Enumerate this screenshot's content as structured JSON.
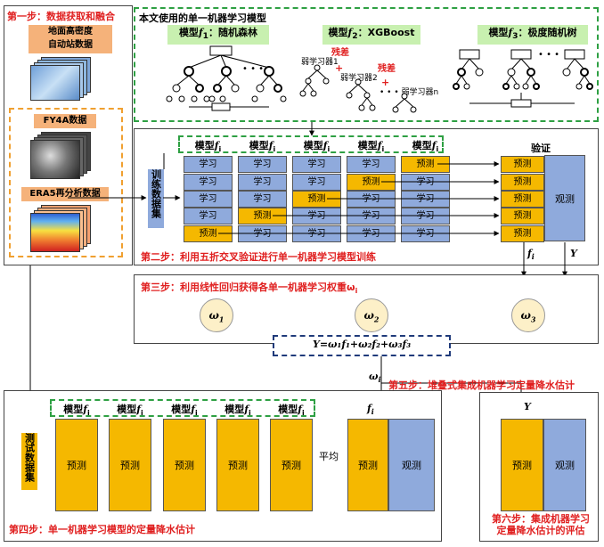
{
  "step1": {
    "title": "第一步：数据获取和融合",
    "station_label": "地面高密度\n自动站数据",
    "fy4a_label": "FY4A数据",
    "era5_label": "ERA5再分析数据"
  },
  "models_panel": {
    "title": "本文使用的单一机器学习模型",
    "rf": {
      "prefix": "模型",
      "sym": "f",
      "sub": "1",
      "suffix": "：随机森林"
    },
    "xgb": {
      "prefix": "模型",
      "sym": "f",
      "sub": "2",
      "suffix": "：XGBoost"
    },
    "et": {
      "prefix": "模型",
      "sym": "f",
      "sub": "3",
      "suffix": "：极度随机树"
    },
    "residual": "残差",
    "learner1": "弱学习器1",
    "learner2": "弱学习器2",
    "learnern": "弱学习器n",
    "plus": "+",
    "dots": "• • •"
  },
  "step2": {
    "title": "第二步：利用五折交叉验证进行单一机器学习模型训练",
    "train_label": "训练数据集",
    "model_headers": [
      {
        "prefix": "模型",
        "sym": "f",
        "sub": "i"
      },
      {
        "prefix": "模型",
        "sym": "f",
        "sub": "i"
      },
      {
        "prefix": "模型",
        "sym": "f",
        "sub": "i"
      },
      {
        "prefix": "模型",
        "sym": "f",
        "sub": "i"
      },
      {
        "prefix": "模型",
        "sym": "f",
        "sub": "i"
      }
    ],
    "study": "学习",
    "predict": "预测",
    "verify": "验证",
    "observe": "观测",
    "fi_label": "f",
    "fi_sub": "i",
    "y_label": "Y",
    "pred_rows": [
      4,
      3,
      2,
      1,
      0
    ]
  },
  "step3": {
    "title": "第三步：利用线性回归获得各单一机器学习权重ω",
    "title_sub": "i",
    "omegas": [
      {
        "sym": "ω",
        "sub": "1"
      },
      {
        "sym": "ω",
        "sub": "2"
      },
      {
        "sym": "ω",
        "sub": "3"
      }
    ],
    "equation": "Y=ω₁f₁+ω₂f₂+ω₃f₃"
  },
  "step4": {
    "title": "第四步：单一机器学习模型的定量降水估计",
    "test_label": "测试数据集",
    "predict": "预测",
    "average": "平均",
    "observe": "观测",
    "fi_label": "f",
    "fi_sub": "i",
    "model_headers": [
      {
        "prefix": "模型",
        "sym": "f",
        "sub": "i"
      },
      {
        "prefix": "模型",
        "sym": "f",
        "sub": "i"
      },
      {
        "prefix": "模型",
        "sym": "f",
        "sub": "i"
      },
      {
        "prefix": "模型",
        "sym": "f",
        "sub": "i"
      },
      {
        "prefix": "模型",
        "sym": "f",
        "sub": "i"
      }
    ]
  },
  "step5": {
    "title": "第五步：堆叠式集成机器学习定量降水估计",
    "omega_label": "ω",
    "omega_sub": "i"
  },
  "step6": {
    "title": "第六步：集成机器学习\n定量降水估计的评估",
    "y_label": "Y",
    "predict": "预测",
    "observe": "观测"
  },
  "colors": {
    "study": "#8faadc",
    "predict": "#f5b800",
    "green_dash": "#2ea043",
    "orange_dash": "#f0a030",
    "red_text": "#e02020",
    "navy": "#1f3a7a",
    "label_green": "#c8f0b0",
    "label_orange": "#f5b27a"
  }
}
